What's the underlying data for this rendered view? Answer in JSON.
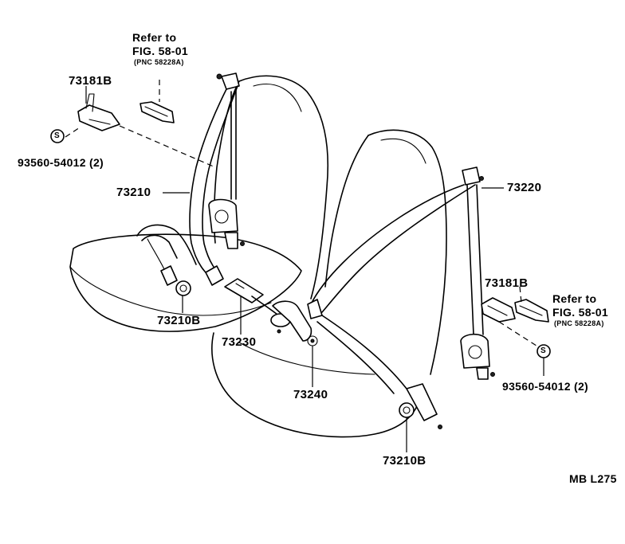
{
  "diagram": {
    "labels": {
      "refer_left_line1": "Refer to",
      "refer_left_line2": "FIG. 58-01",
      "refer_left_pnc": "(PNC 58228A)",
      "part_73181b_left": "73181B",
      "symbol_s_left": "S",
      "part_93560_left": "93560-54012 (2)",
      "part_73210": "73210",
      "part_73220": "73220",
      "part_73181b_right": "73181B",
      "refer_right_line1": "Refer to",
      "refer_right_line2": "FIG. 58-01",
      "refer_right_pnc": "(PNC 58228A)",
      "symbol_s_right": "S",
      "part_93560_right": "93560-54012 (2)",
      "part_73210b_left": "73210B",
      "part_73230": "73230",
      "part_73240": "73240",
      "part_73210b_bottom": "73210B",
      "code": "MB L275"
    }
  }
}
